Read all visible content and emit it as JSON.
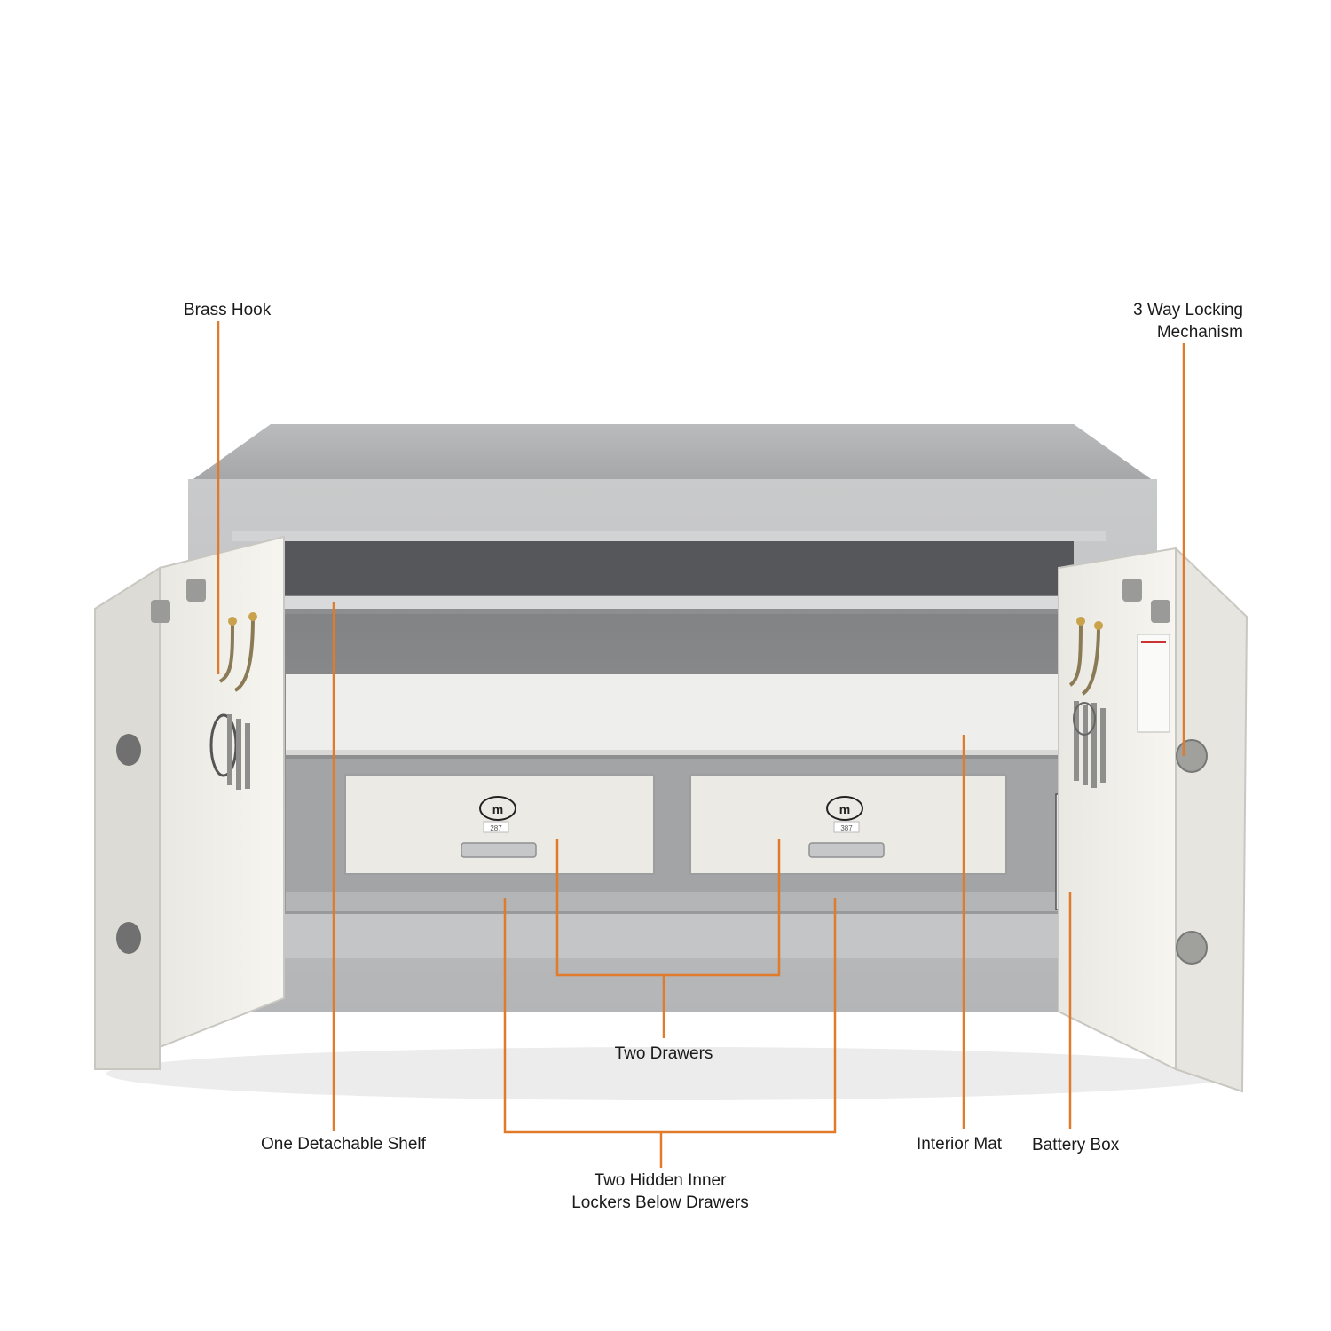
{
  "callouts": {
    "brass_hook": "Brass Hook",
    "three_way_locking": [
      "3 Way Locking",
      "Mechanism"
    ],
    "two_drawers": "Two Drawers",
    "detachable_shelf": "One Detachable Shelf",
    "hidden_lockers": [
      "Two Hidden Inner",
      "Lockers Below Drawers"
    ],
    "interior_mat": "Interior Mat",
    "battery_box": "Battery Box"
  },
  "drawer_tags": [
    "287",
    "387"
  ],
  "colors": {
    "callout_line": "#e07b2c",
    "body_grey": "#a9abad",
    "door_cream": "#f1f0ea"
  }
}
